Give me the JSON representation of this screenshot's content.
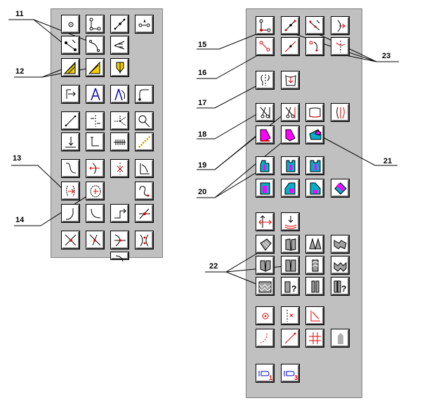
{
  "callouts": {
    "n11": "11",
    "n12": "12",
    "n13": "13",
    "n14": "14",
    "n15": "15",
    "n16": "16",
    "n17": "17",
    "n18": "18",
    "n19": "19",
    "n20": "20",
    "n21": "21",
    "n22": "22",
    "n23": "23"
  },
  "palette": {
    "panel_gray": "#c0c0c0",
    "icon_red": "#e00000",
    "icon_magenta": "#ff00ff",
    "icon_cyan": "#00b0c8",
    "icon_blue": "#0000c0",
    "icon_yellow": "#f0d000"
  }
}
